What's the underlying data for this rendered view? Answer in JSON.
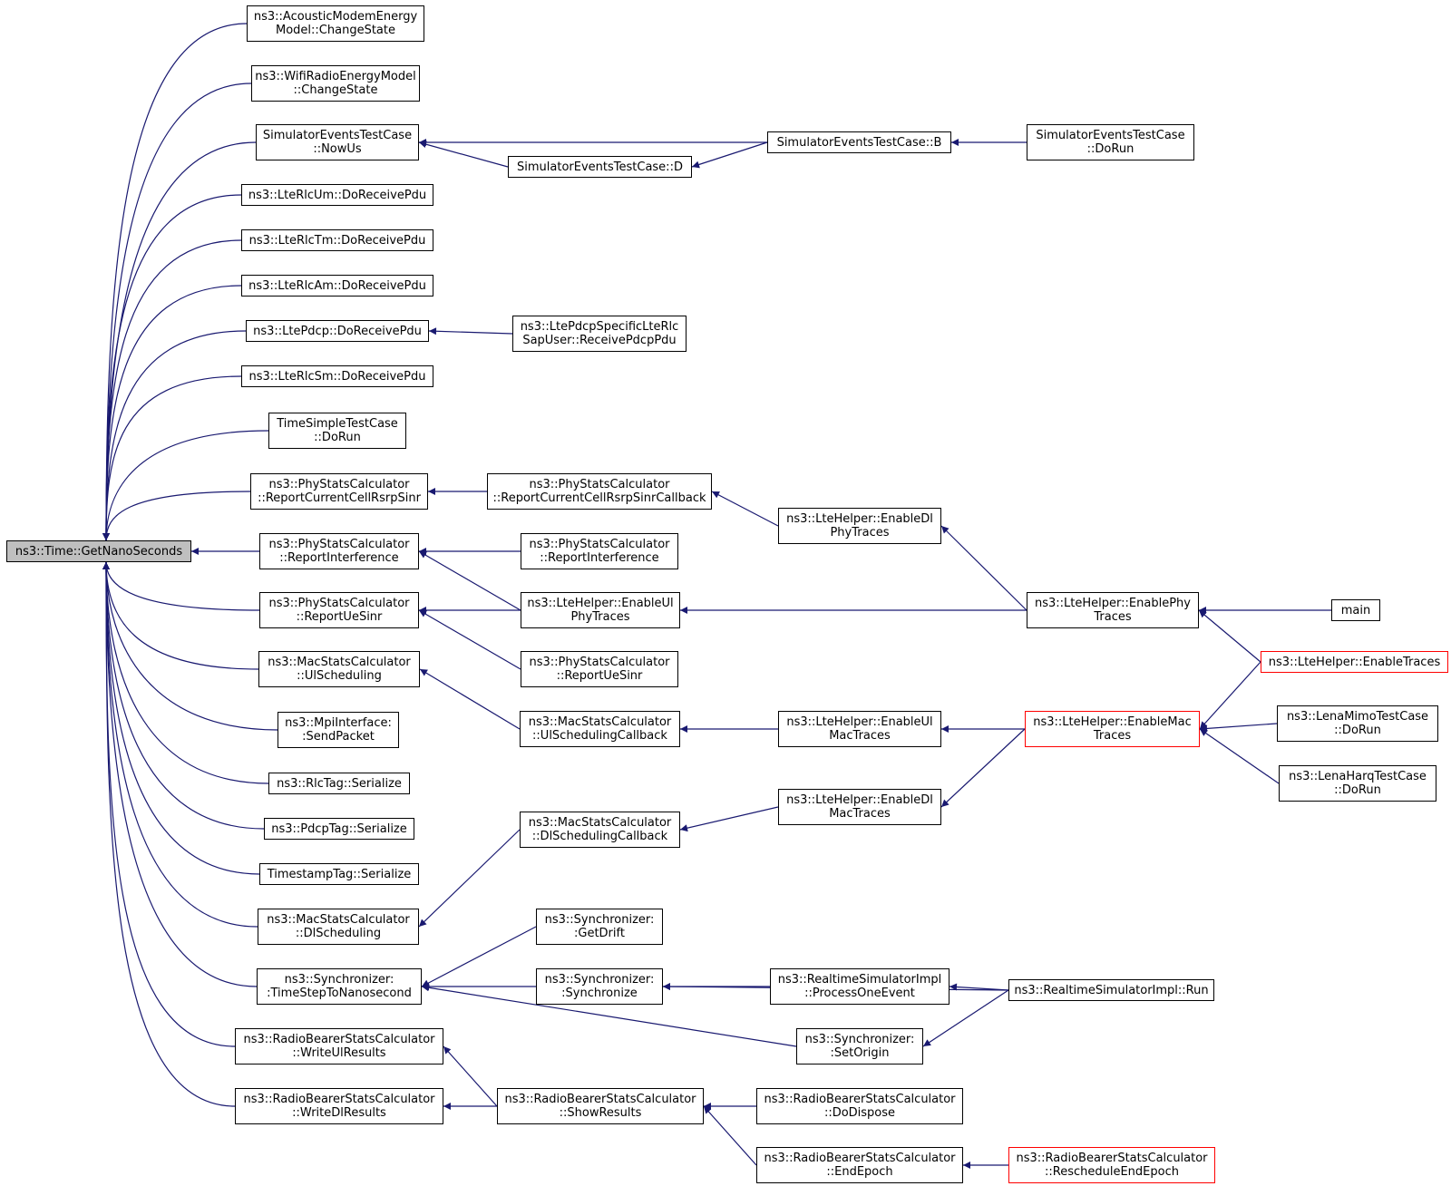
{
  "diagram": {
    "title": "",
    "colors": {
      "edge": "#191970",
      "node_border": "#000000",
      "truncated_border": "#ff0000",
      "root_fill": "#bfbfbf"
    },
    "nodes": [
      {
        "id": "root",
        "label": "ns3::Time::GetNanoSeconds",
        "root": true
      },
      {
        "id": "amem",
        "label": "ns3::AcousticModemEnergy\nModel::ChangeState"
      },
      {
        "id": "wrem",
        "label": "ns3::WifiRadioEnergyModel\n::ChangeState"
      },
      {
        "id": "nowus",
        "label": "SimulatorEventsTestCase\n::NowUs"
      },
      {
        "id": "rlcum",
        "label": "ns3::LteRlcUm::DoReceivePdu"
      },
      {
        "id": "rlctm",
        "label": "ns3::LteRlcTm::DoReceivePdu"
      },
      {
        "id": "rlcam",
        "label": "ns3::LteRlcAm::DoReceivePdu"
      },
      {
        "id": "pdcp",
        "label": "ns3::LtePdcp::DoReceivePdu"
      },
      {
        "id": "rlcsm",
        "label": "ns3::LteRlcSm::DoReceivePdu"
      },
      {
        "id": "tstc",
        "label": "TimeSimpleTestCase\n::DoRun"
      },
      {
        "id": "psc_rsrp",
        "label": "ns3::PhyStatsCalculator\n::ReportCurrentCellRsrpSinr"
      },
      {
        "id": "psc_int",
        "label": "ns3::PhyStatsCalculator\n::ReportInterference"
      },
      {
        "id": "psc_ue",
        "label": "ns3::PhyStatsCalculator\n::ReportUeSinr"
      },
      {
        "id": "msc_ul",
        "label": "ns3::MacStatsCalculator\n::UlScheduling"
      },
      {
        "id": "mpi",
        "label": "ns3::MpiInterface:\n:SendPacket"
      },
      {
        "id": "rlctag",
        "label": "ns3::RlcTag::Serialize"
      },
      {
        "id": "pdcptag",
        "label": "ns3::PdcpTag::Serialize"
      },
      {
        "id": "tstag",
        "label": "TimestampTag::Serialize"
      },
      {
        "id": "msc_dl",
        "label": "ns3::MacStatsCalculator\n::DlScheduling"
      },
      {
        "id": "sync_tsn",
        "label": "ns3::Synchronizer:\n:TimeStepToNanosecond"
      },
      {
        "id": "rbsc_ul",
        "label": "ns3::RadioBearerStatsCalculator\n::WriteUlResults"
      },
      {
        "id": "rbsc_dl",
        "label": "ns3::RadioBearerStatsCalculator\n::WriteDlResults"
      },
      {
        "id": "setc_d",
        "label": "SimulatorEventsTestCase::D"
      },
      {
        "id": "setc_b",
        "label": "SimulatorEventsTestCase::B"
      },
      {
        "id": "setc_run",
        "label": "SimulatorEventsTestCase\n::DoRun"
      },
      {
        "id": "pdcp_sap",
        "label": "ns3::LtePdcpSpecificLteRlc\nSapUser::ReceivePdcpPdu"
      },
      {
        "id": "psc_rsrp_cb",
        "label": "ns3::PhyStatsCalculator\n::ReportCurrentCellRsrpSinrCallback"
      },
      {
        "id": "psc_int2",
        "label": "ns3::PhyStatsCalculator\n::ReportInterference"
      },
      {
        "id": "lh_ulphy",
        "label": "ns3::LteHelper::EnableUl\nPhyTraces"
      },
      {
        "id": "psc_ue2",
        "label": "ns3::PhyStatsCalculator\n::ReportUeSinr"
      },
      {
        "id": "msc_ulcb",
        "label": "ns3::MacStatsCalculator\n::UlSchedulingCallback"
      },
      {
        "id": "msc_dlcb",
        "label": "ns3::MacStatsCalculator\n::DlSchedulingCallback"
      },
      {
        "id": "sync_drift",
        "label": "ns3::Synchronizer:\n:GetDrift"
      },
      {
        "id": "sync_sync",
        "label": "ns3::Synchronizer:\n:Synchronize"
      },
      {
        "id": "rbsc_show",
        "label": "ns3::RadioBearerStatsCalculator\n::ShowResults"
      },
      {
        "id": "lh_dlphy",
        "label": "ns3::LteHelper::EnableDl\nPhyTraces"
      },
      {
        "id": "lh_ulmac",
        "label": "ns3::LteHelper::EnableUl\nMacTraces"
      },
      {
        "id": "lh_dlmac",
        "label": "ns3::LteHelper::EnableDl\nMacTraces"
      },
      {
        "id": "rsi_poe",
        "label": "ns3::RealtimeSimulatorImpl\n::ProcessOneEvent"
      },
      {
        "id": "sync_so",
        "label": "ns3::Synchronizer:\n:SetOrigin"
      },
      {
        "id": "rbsc_disp",
        "label": "ns3::RadioBearerStatsCalculator\n::DoDispose"
      },
      {
        "id": "rbsc_ee",
        "label": "ns3::RadioBearerStatsCalculator\n::EndEpoch"
      },
      {
        "id": "lh_phy",
        "label": "ns3::LteHelper::EnablePhy\nTraces"
      },
      {
        "id": "lh_mac",
        "label": "ns3::LteHelper::EnableMac\nTraces",
        "truncated": true
      },
      {
        "id": "rsi_run",
        "label": "ns3::RealtimeSimulatorImpl::Run"
      },
      {
        "id": "rbsc_ree",
        "label": "ns3::RadioBearerStatsCalculator\n::RescheduleEndEpoch",
        "truncated": true
      },
      {
        "id": "main",
        "label": "main"
      },
      {
        "id": "lh_tr",
        "label": "ns3::LteHelper::EnableTraces",
        "truncated": true
      },
      {
        "id": "lmimo",
        "label": "ns3::LenaMimoTestCase\n::DoRun"
      },
      {
        "id": "lharq",
        "label": "ns3::LenaHarqTestCase\n::DoRun"
      }
    ],
    "edges": [
      [
        "amem",
        "root"
      ],
      [
        "wrem",
        "root"
      ],
      [
        "nowus",
        "root"
      ],
      [
        "rlcum",
        "root"
      ],
      [
        "rlctm",
        "root"
      ],
      [
        "rlcam",
        "root"
      ],
      [
        "pdcp",
        "root"
      ],
      [
        "rlcsm",
        "root"
      ],
      [
        "tstc",
        "root"
      ],
      [
        "psc_rsrp",
        "root"
      ],
      [
        "psc_int",
        "root"
      ],
      [
        "psc_ue",
        "root"
      ],
      [
        "msc_ul",
        "root"
      ],
      [
        "mpi",
        "root"
      ],
      [
        "rlctag",
        "root"
      ],
      [
        "pdcptag",
        "root"
      ],
      [
        "tstag",
        "root"
      ],
      [
        "msc_dl",
        "root"
      ],
      [
        "sync_tsn",
        "root"
      ],
      [
        "rbsc_ul",
        "root"
      ],
      [
        "rbsc_dl",
        "root"
      ],
      [
        "setc_d",
        "nowus"
      ],
      [
        "setc_b",
        "nowus"
      ],
      [
        "setc_b",
        "setc_d"
      ],
      [
        "setc_run",
        "setc_b"
      ],
      [
        "pdcp_sap",
        "pdcp"
      ],
      [
        "psc_rsrp_cb",
        "psc_rsrp"
      ],
      [
        "lh_dlphy",
        "psc_rsrp_cb"
      ],
      [
        "lh_phy",
        "lh_dlphy"
      ],
      [
        "psc_int2",
        "psc_int"
      ],
      [
        "lh_ulphy",
        "psc_int"
      ],
      [
        "lh_ulphy",
        "psc_ue"
      ],
      [
        "psc_ue2",
        "psc_ue"
      ],
      [
        "lh_phy",
        "lh_ulphy"
      ],
      [
        "main",
        "lh_phy"
      ],
      [
        "lh_tr",
        "lh_phy"
      ],
      [
        "msc_ulcb",
        "msc_ul"
      ],
      [
        "lh_ulmac",
        "msc_ulcb"
      ],
      [
        "lh_mac",
        "lh_ulmac"
      ],
      [
        "msc_dlcb",
        "msc_dl"
      ],
      [
        "lh_dlmac",
        "msc_dlcb"
      ],
      [
        "lh_mac",
        "lh_dlmac"
      ],
      [
        "lh_tr",
        "lh_mac"
      ],
      [
        "lmimo",
        "lh_mac"
      ],
      [
        "lharq",
        "lh_mac"
      ],
      [
        "sync_drift",
        "sync_tsn"
      ],
      [
        "sync_sync",
        "sync_tsn"
      ],
      [
        "sync_so",
        "sync_tsn"
      ],
      [
        "rsi_run",
        "sync_sync"
      ],
      [
        "rsi_poe",
        "sync_sync"
      ],
      [
        "rsi_run",
        "rsi_poe"
      ],
      [
        "rsi_run",
        "sync_so"
      ],
      [
        "rbsc_show",
        "rbsc_ul"
      ],
      [
        "rbsc_show",
        "rbsc_dl"
      ],
      [
        "rbsc_disp",
        "rbsc_show"
      ],
      [
        "rbsc_ee",
        "rbsc_show"
      ],
      [
        "rbsc_ree",
        "rbsc_ee"
      ]
    ]
  }
}
